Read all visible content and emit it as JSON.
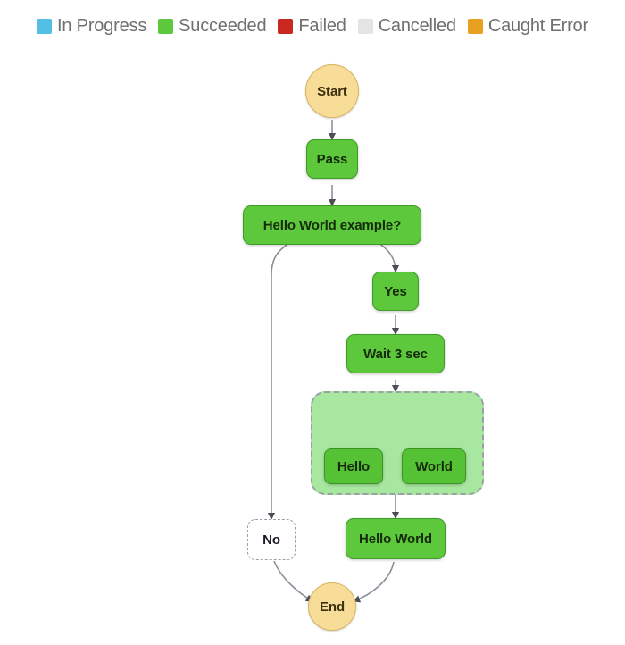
{
  "legend": {
    "items": [
      {
        "label": "In Progress",
        "color": "#53bfe5",
        "icon": "status-swatch"
      },
      {
        "label": "Succeeded",
        "color": "#5cc83c",
        "icon": "status-swatch"
      },
      {
        "label": "Failed",
        "color": "#c9281e",
        "icon": "status-swatch"
      },
      {
        "label": "Cancelled",
        "color": "#e4e4e4",
        "icon": "status-swatch"
      },
      {
        "label": "Caught Error",
        "color": "#e8a020",
        "icon": "status-swatch"
      }
    ]
  },
  "graph": {
    "nodes": [
      {
        "id": "start",
        "label": "Start",
        "status": "Caught Error",
        "shape": "circle"
      },
      {
        "id": "pass",
        "label": "Pass",
        "status": "Succeeded",
        "shape": "rounded-rect"
      },
      {
        "id": "choice",
        "label": "Hello World example?",
        "status": "Succeeded",
        "shape": "rounded-rect"
      },
      {
        "id": "yes",
        "label": "Yes",
        "status": "Succeeded",
        "shape": "rounded-rect"
      },
      {
        "id": "wait",
        "label": "Wait 3 sec",
        "status": "Succeeded",
        "shape": "rounded-rect"
      },
      {
        "id": "hello",
        "label": "Hello",
        "status": "Succeeded",
        "shape": "rounded-rect"
      },
      {
        "id": "world",
        "label": "World",
        "status": "Succeeded",
        "shape": "rounded-rect"
      },
      {
        "id": "no",
        "label": "No",
        "status": "Cancelled",
        "shape": "rounded-rect"
      },
      {
        "id": "hello-world",
        "label": "Hello World",
        "status": "Succeeded",
        "shape": "rounded-rect"
      },
      {
        "id": "end",
        "label": "End",
        "status": "Caught Error",
        "shape": "circle"
      }
    ],
    "edges": [
      {
        "from": "start",
        "to": "pass"
      },
      {
        "from": "pass",
        "to": "choice"
      },
      {
        "from": "choice",
        "to": "no"
      },
      {
        "from": "choice",
        "to": "yes"
      },
      {
        "from": "yes",
        "to": "wait"
      },
      {
        "from": "wait",
        "to": "parallel"
      },
      {
        "from": "parallel",
        "to": "hello"
      },
      {
        "from": "parallel",
        "to": "world"
      },
      {
        "from": "parallel",
        "to": "hello-world"
      },
      {
        "from": "no",
        "to": "end"
      },
      {
        "from": "hello-world",
        "to": "end"
      }
    ],
    "container": {
      "id": "parallel",
      "type": "parallel-state"
    }
  }
}
